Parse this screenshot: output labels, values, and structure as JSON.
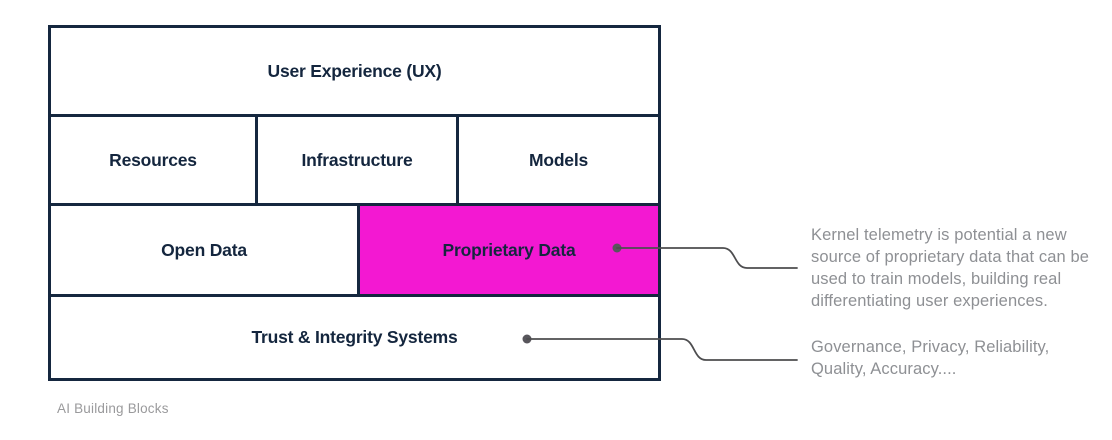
{
  "diagram": {
    "caption": "AI Building Blocks",
    "blocks": {
      "ux": "User Experience (UX)",
      "resources": "Resources",
      "infrastructure": "Infrastructure",
      "models": "Models",
      "open_data": "Open Data",
      "proprietary_data": "Proprietary Data",
      "trust": "Trust & Integrity Systems"
    },
    "colors": {
      "border_navy": "#15273f",
      "block_label_navy": "#14263e",
      "highlight_magenta": "#f318d2",
      "annotation_gray": "#8e9094",
      "connector_gray": "#4d4d4f",
      "background": "#ffffff"
    }
  },
  "annotations": [
    {
      "target": "Proprietary Data",
      "lines": [
        "Kernel telemetry is potential a new",
        "source of proprietary data that can be",
        "used to train models, building real",
        "differentiating user experiences."
      ]
    },
    {
      "target": "Trust & Integrity Systems",
      "lines": [
        "Governance, Privacy, Reliability,",
        "Quality, Accuracy...."
      ]
    }
  ]
}
